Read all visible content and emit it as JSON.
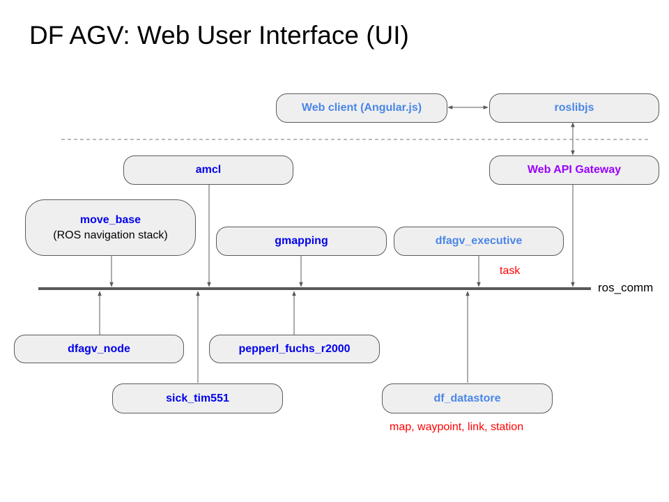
{
  "title": "DF AGV: Web User Interface (UI)",
  "nodes": {
    "web_client": {
      "label": "Web client (Angular.js)",
      "color": "#4a86e8"
    },
    "roslibjs": {
      "label": "roslibjs",
      "color": "#4a86e8"
    },
    "amcl": {
      "label": "amcl",
      "color": "#0000ee"
    },
    "web_api_gateway": {
      "label": "Web API Gateway",
      "color": "#9900ff"
    },
    "move_base": {
      "label": "move_base",
      "sublabel": "(ROS navigation stack)",
      "color": "#0000ee"
    },
    "gmapping": {
      "label": "gmapping",
      "color": "#0000ee"
    },
    "dfagv_executive": {
      "label": "dfagv_executive",
      "color": "#4a86e8"
    },
    "dfagv_node": {
      "label": "dfagv_node",
      "color": "#0000ee"
    },
    "pepperl_fuchs_r2000": {
      "label": "pepperl_fuchs_r2000",
      "color": "#0000ee"
    },
    "sick_tim551": {
      "label": "sick_tim551",
      "color": "#0000ee"
    },
    "df_datastore": {
      "label": "df_datastore",
      "color": "#4a86e8"
    }
  },
  "bus": {
    "label": "ros_comm"
  },
  "notes": {
    "task": "task",
    "datastore_contents": "map, waypoint, link, station"
  },
  "colors": {
    "node_fill": "#efefef",
    "node_border": "#595959",
    "bus": "#595959",
    "note": "#ff0000"
  }
}
